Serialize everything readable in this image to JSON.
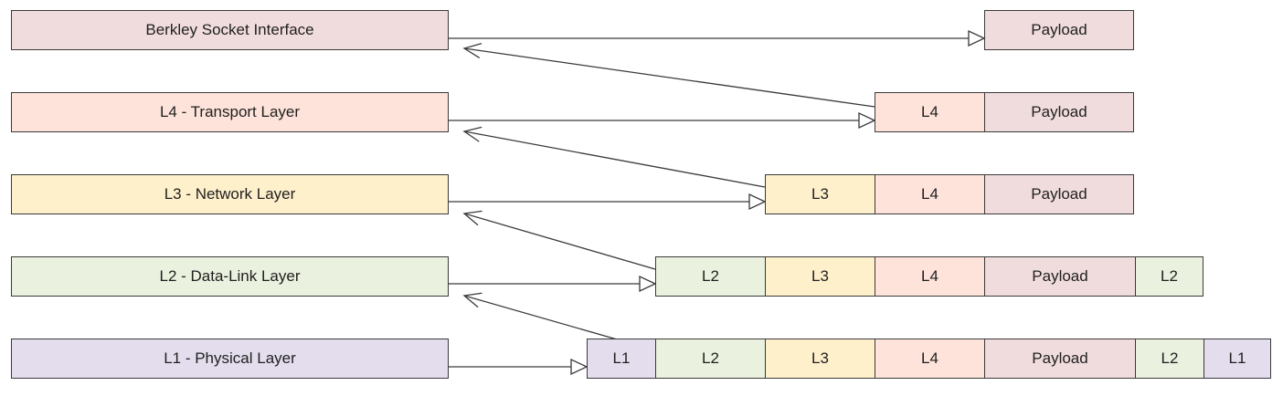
{
  "layers": [
    {
      "label": "Berkley Socket Interface",
      "color": "#f1dcdd"
    },
    {
      "label": "L4 - Transport Layer",
      "color": "#fde3da"
    },
    {
      "label": "L3 - Network Layer",
      "color": "#fff0cc"
    },
    {
      "label": "L2 - Data-Link Layer",
      "color": "#eaf1de"
    },
    {
      "label": "L1 - Physical Layer",
      "color": "#e3dded"
    }
  ],
  "segment_colors": {
    "L1": "#e3dded",
    "L2": "#eaf1de",
    "L3": "#fff0cc",
    "L4": "#fde3da",
    "Payload": "#f1dcdd"
  },
  "frames": [
    [
      "Payload"
    ],
    [
      "L4",
      "Payload"
    ],
    [
      "L3",
      "L4",
      "Payload"
    ],
    [
      "L2",
      "L3",
      "L4",
      "Payload",
      "L2"
    ],
    [
      "L1",
      "L2",
      "L3",
      "L4",
      "Payload",
      "L2",
      "L1"
    ]
  ]
}
